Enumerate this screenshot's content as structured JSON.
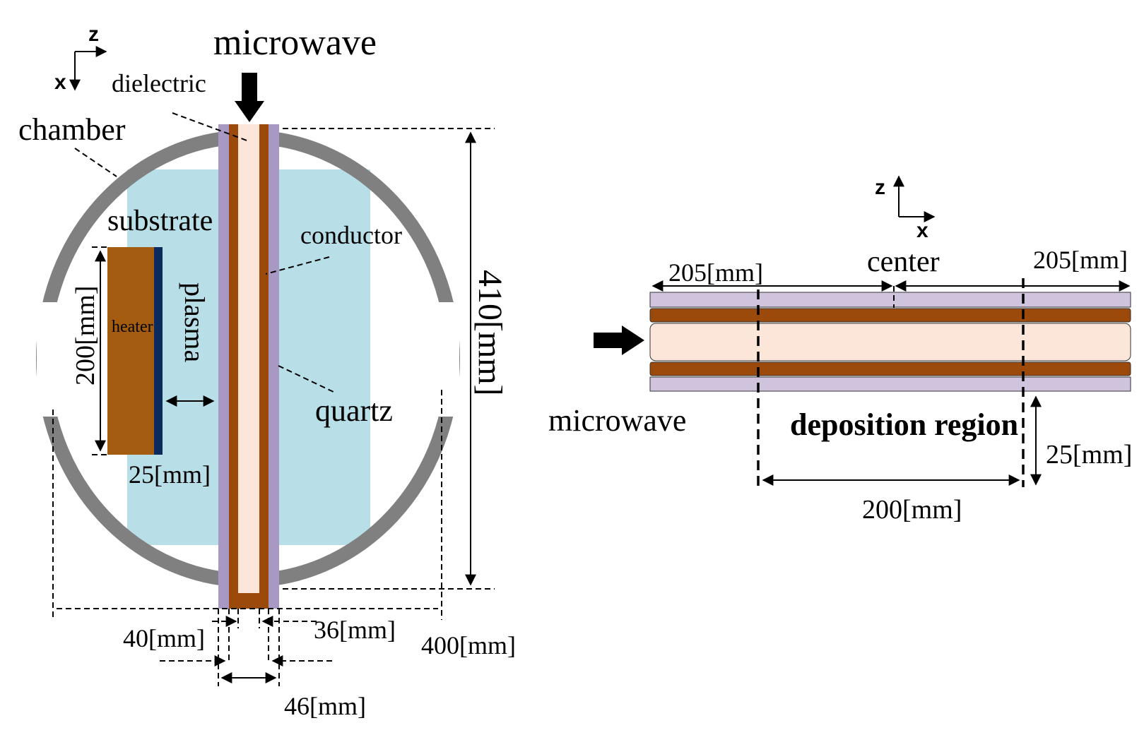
{
  "colors": {
    "chamber": "#808080",
    "substrate": "#b8dee8",
    "quartz": "#a898c4",
    "quartz_light": "#cfc3dd",
    "conductor": "#9c4a0c",
    "dielectric": "#fbe6d9",
    "heater": "#a45c10",
    "heater_edge": "#0b2a5e"
  },
  "left": {
    "axis_z": "z",
    "axis_x": "x",
    "microwave": "microwave",
    "dielectric": "dielectric",
    "chamber": "chamber",
    "substrate": "substrate",
    "conductor": "conductor",
    "heater": "heater",
    "plasma": "plasma",
    "quartz": "quartz",
    "dim_200": "200[mm]",
    "dim_25": "25[mm]",
    "dim_410": "410[mm]",
    "dim_40": "40[mm]",
    "dim_36": "36[mm]",
    "dim_400": "400[mm]",
    "dim_46": "46[mm]"
  },
  "right": {
    "axis_z": "z",
    "axis_x": "x",
    "dim_205_left": "205[mm]",
    "center": "center",
    "dim_205_right": "205[mm]",
    "microwave": "microwave",
    "deposition_region": "deposition region",
    "dim_25": "25[mm]",
    "dim_200": "200[mm]"
  }
}
